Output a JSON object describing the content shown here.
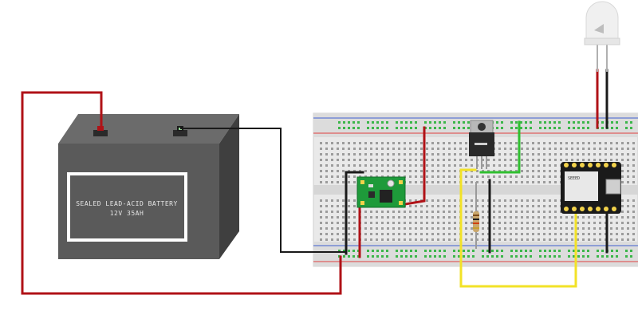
{
  "battery": {
    "label_line1": "SEALED LEAD-ACID BATTERY",
    "label_line2": "12V 35AH"
  },
  "microcontroller": {
    "label": "SEEED"
  },
  "colors": {
    "wire_red": "#b01217",
    "wire_black": "#1a1a1a",
    "wire_green": "#2fbf2f",
    "wire_yellow": "#f2e227",
    "breadboard": "#e8e8e8",
    "rail_red": "#e04040",
    "rail_blue": "#4060d0",
    "hole_green": "#3cb64a",
    "battery_body": "#5a5a5a",
    "pcb_green": "#1e9a3a"
  },
  "components": [
    {
      "name": "battery",
      "icon": "battery-icon"
    },
    {
      "name": "breadboard",
      "icon": "breadboard-icon"
    },
    {
      "name": "buck-converter",
      "icon": "voltage-regulator-module-icon"
    },
    {
      "name": "transistor",
      "icon": "to220-transistor-icon"
    },
    {
      "name": "resistor",
      "icon": "resistor-icon"
    },
    {
      "name": "microcontroller",
      "icon": "xiao-board-icon"
    },
    {
      "name": "led",
      "icon": "led-icon"
    }
  ]
}
